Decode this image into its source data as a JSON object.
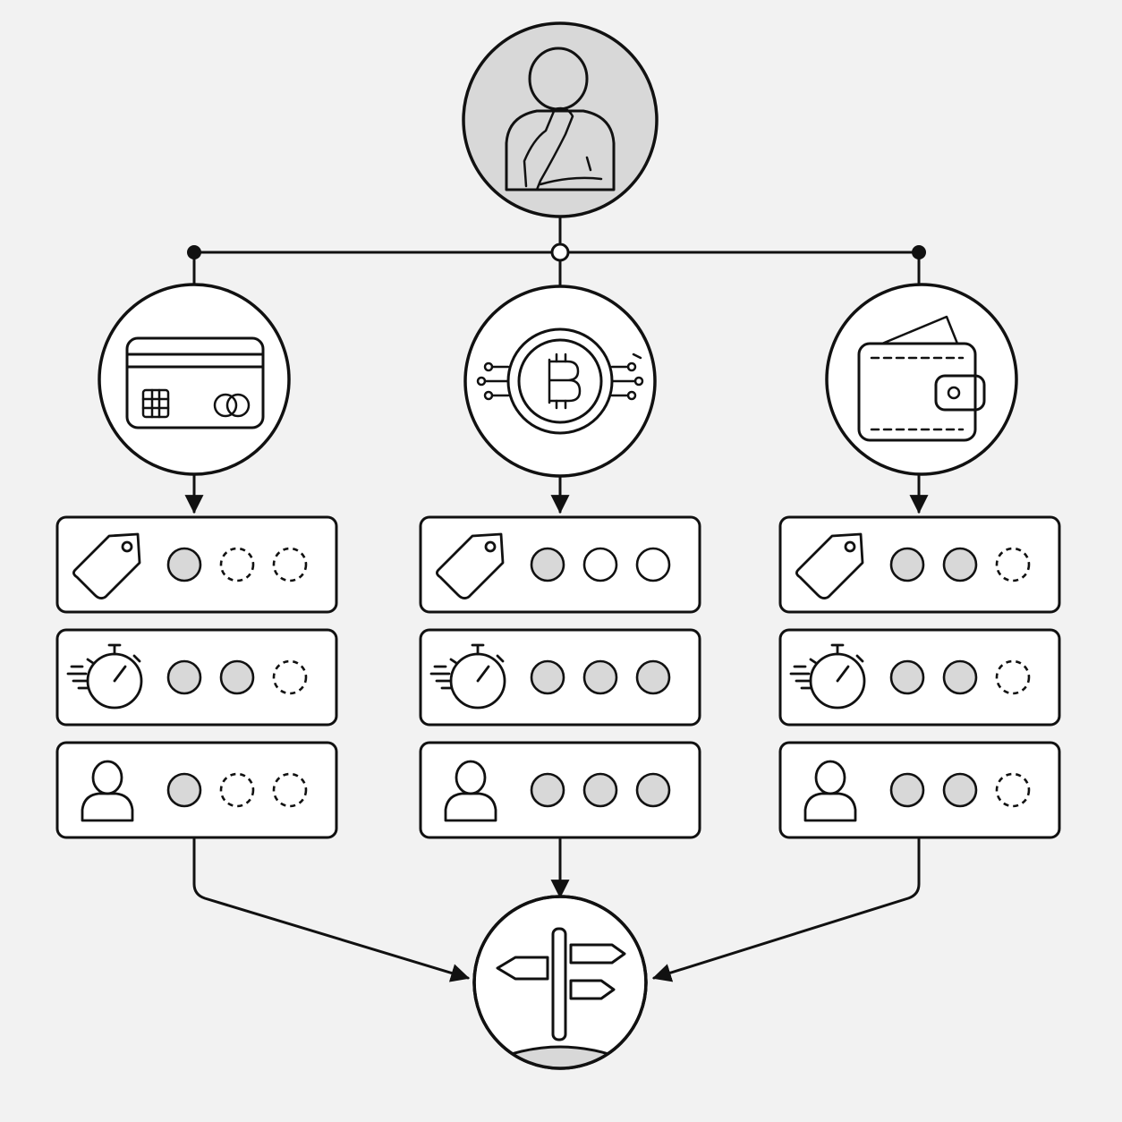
{
  "diagram": {
    "decision_maker": {
      "icon": "thinking-person-icon"
    },
    "options": [
      {
        "id": "card",
        "icon": "credit-card-icon",
        "criteria": [
          {
            "icon": "price-tag-icon",
            "filled": 1,
            "total": 3,
            "empty_style": "dashed"
          },
          {
            "icon": "stopwatch-icon",
            "filled": 2,
            "total": 3,
            "empty_style": "dashed"
          },
          {
            "icon": "user-icon",
            "filled": 1,
            "total": 3,
            "empty_style": "dashed"
          }
        ]
      },
      {
        "id": "crypto",
        "icon": "bitcoin-icon",
        "criteria": [
          {
            "icon": "price-tag-icon",
            "filled": 1,
            "total": 3,
            "empty_style": "solid"
          },
          {
            "icon": "stopwatch-icon",
            "filled": 3,
            "total": 3,
            "empty_style": "solid"
          },
          {
            "icon": "user-icon",
            "filled": 3,
            "total": 3,
            "empty_style": "solid"
          }
        ]
      },
      {
        "id": "wallet",
        "icon": "wallet-icon",
        "criteria": [
          {
            "icon": "price-tag-icon",
            "filled": 2,
            "total": 3,
            "empty_style": "dashed"
          },
          {
            "icon": "stopwatch-icon",
            "filled": 2,
            "total": 3,
            "empty_style": "dashed"
          },
          {
            "icon": "user-icon",
            "filled": 2,
            "total": 3,
            "empty_style": "dashed"
          }
        ]
      }
    ],
    "outcome": {
      "icon": "signpost-icon"
    },
    "colors": {
      "background": "#f2f2f2",
      "stroke": "#111111",
      "fill_light": "#d8d8d8",
      "node_fill": "#ffffff"
    }
  }
}
